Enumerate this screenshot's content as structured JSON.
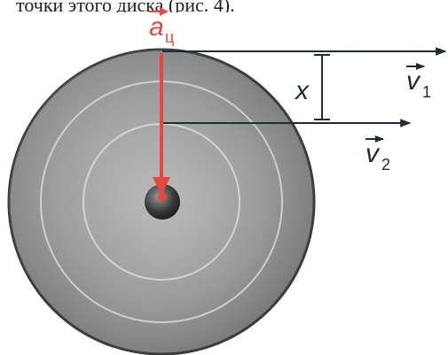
{
  "header_text": "точки этого диска (рис. 4).",
  "labels": {
    "acceleration_letter": "a",
    "acceleration_subscript": "ц",
    "distance_label": "x",
    "v1_letter": "v",
    "v1_subscript": "1",
    "v2_letter": "v",
    "v2_subscript": "2"
  },
  "colors": {
    "acceleration": "#e8473d",
    "vectors": "#1f2a3a",
    "disk_edge": "#3a3a3a"
  }
}
